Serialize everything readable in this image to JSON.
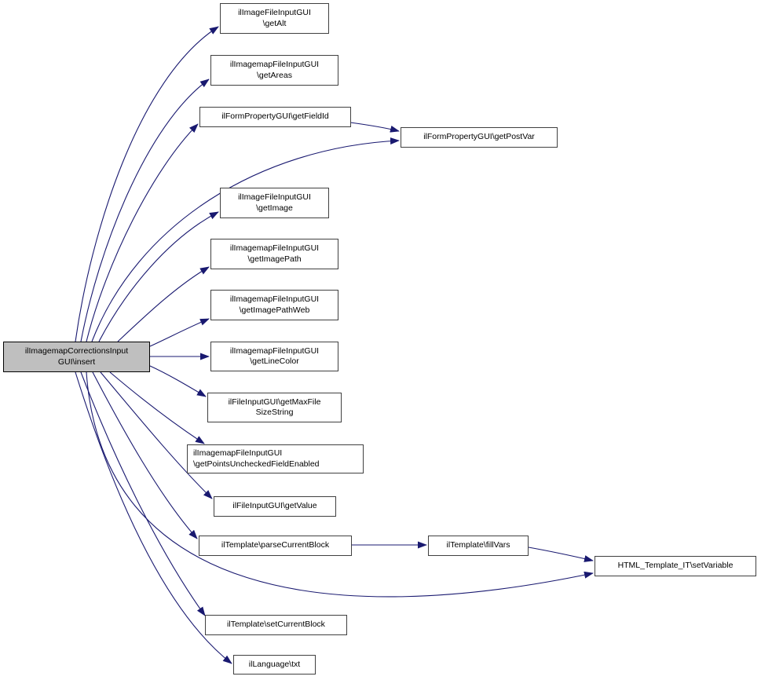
{
  "diagram": {
    "type": "call-graph",
    "background_color": "#ffffff",
    "edge_color": "#191970",
    "node_fill_color": "#ffffff",
    "node_border_color": "#404040",
    "highlighted_node_fill_color": "#bfbfbf",
    "nodes": [
      {
        "id": "insert",
        "label": "ilImagemapCorrectionsInput\nGUI\\insert",
        "highlighted": true
      },
      {
        "id": "getAlt",
        "label": "ilImageFileInputGUI\n\\getAlt",
        "highlighted": false
      },
      {
        "id": "getAreas",
        "label": "ilImagemapFileInputGUI\n\\getAreas",
        "highlighted": false
      },
      {
        "id": "getFieldId",
        "label": "ilFormPropertyGUI\\getFieldId",
        "highlighted": false
      },
      {
        "id": "getPostVar",
        "label": "ilFormPropertyGUI\\getPostVar",
        "highlighted": false
      },
      {
        "id": "getImage",
        "label": "ilImageFileInputGUI\n\\getImage",
        "highlighted": false
      },
      {
        "id": "getImagePath",
        "label": "ilImagemapFileInputGUI\n\\getImagePath",
        "highlighted": false
      },
      {
        "id": "getImagePathWeb",
        "label": "ilImagemapFileInputGUI\n\\getImagePathWeb",
        "highlighted": false
      },
      {
        "id": "getLineColor",
        "label": "ilImagemapFileInputGUI\n\\getLineColor",
        "highlighted": false
      },
      {
        "id": "getMaxFileSizeString",
        "label": "ilFileInputGUI\\getMaxFile\nSizeString",
        "highlighted": false
      },
      {
        "id": "getPointsUncheckedFieldEnabled",
        "label": "ilImagemapFileInputGUI\n\\getPointsUncheckedFieldEnabled",
        "highlighted": false
      },
      {
        "id": "getValue",
        "label": "ilFileInputGUI\\getValue",
        "highlighted": false
      },
      {
        "id": "parseCurrentBlock",
        "label": "ilTemplate\\parseCurrentBlock",
        "highlighted": false
      },
      {
        "id": "fillVars",
        "label": "ilTemplate\\fillVars",
        "highlighted": false
      },
      {
        "id": "setVariable",
        "label": "HTML_Template_IT\\setVariable",
        "highlighted": false
      },
      {
        "id": "setCurrentBlock",
        "label": "ilTemplate\\setCurrentBlock",
        "highlighted": false
      },
      {
        "id": "txt",
        "label": "ilLanguage\\txt",
        "highlighted": false
      }
    ],
    "edges": [
      {
        "from": "insert",
        "to": "getAlt"
      },
      {
        "from": "insert",
        "to": "getAreas"
      },
      {
        "from": "insert",
        "to": "getFieldId"
      },
      {
        "from": "insert",
        "to": "getPostVar"
      },
      {
        "from": "insert",
        "to": "getImage"
      },
      {
        "from": "insert",
        "to": "getImagePath"
      },
      {
        "from": "insert",
        "to": "getImagePathWeb"
      },
      {
        "from": "insert",
        "to": "getLineColor"
      },
      {
        "from": "insert",
        "to": "getMaxFileSizeString"
      },
      {
        "from": "insert",
        "to": "getPointsUncheckedFieldEnabled"
      },
      {
        "from": "insert",
        "to": "getValue"
      },
      {
        "from": "insert",
        "to": "parseCurrentBlock"
      },
      {
        "from": "insert",
        "to": "setVariable"
      },
      {
        "from": "insert",
        "to": "setCurrentBlock"
      },
      {
        "from": "insert",
        "to": "txt"
      },
      {
        "from": "getFieldId",
        "to": "getPostVar"
      },
      {
        "from": "parseCurrentBlock",
        "to": "fillVars"
      },
      {
        "from": "fillVars",
        "to": "setVariable"
      }
    ]
  }
}
